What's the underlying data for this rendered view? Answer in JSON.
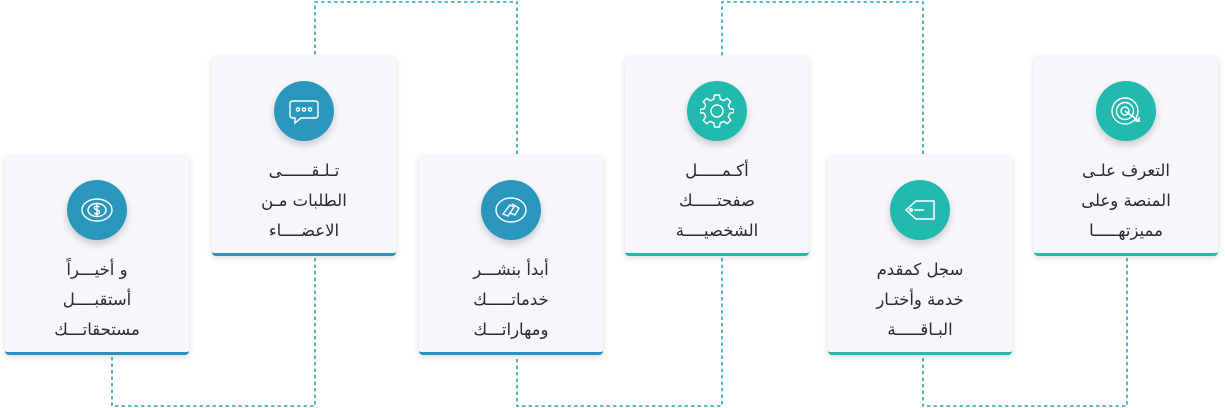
{
  "colors": {
    "teal": "#22b9ae",
    "blue": "#2c97bc",
    "connector": "#2aa7b3",
    "card_bg": "#f6f6fb",
    "text": "#2c2c2c"
  },
  "steps": [
    {
      "icon": "target-icon",
      "accent": "teal",
      "lines": [
        "التعرف علـى",
        "المنصة وعلى",
        "مميزتهـــــا"
      ]
    },
    {
      "icon": "ticket-icon",
      "accent": "teal",
      "lines": [
        "سجل كمقدم",
        "خدمة وأختـار",
        "البـاقـــــة"
      ]
    },
    {
      "icon": "gear-icon",
      "accent": "teal",
      "lines": [
        "أكـمـــــل",
        "صفحتـــــك",
        "الشخصيــــة"
      ]
    },
    {
      "icon": "handshake-icon",
      "accent": "blue",
      "lines": [
        "أبدأ بنشـــر",
        "خدماتـــــك",
        "ومهاراتـــك"
      ]
    },
    {
      "icon": "chat-bubble-icon",
      "accent": "blue",
      "lines": [
        "تـلـقــــــى",
        "الطلبات مـن",
        "الاعضــــاء"
      ]
    },
    {
      "icon": "dollar-coin-icon",
      "accent": "blue",
      "lines": [
        "و أخيـــراً",
        "أستقبــــل",
        "مستحقاتـــك"
      ]
    }
  ]
}
